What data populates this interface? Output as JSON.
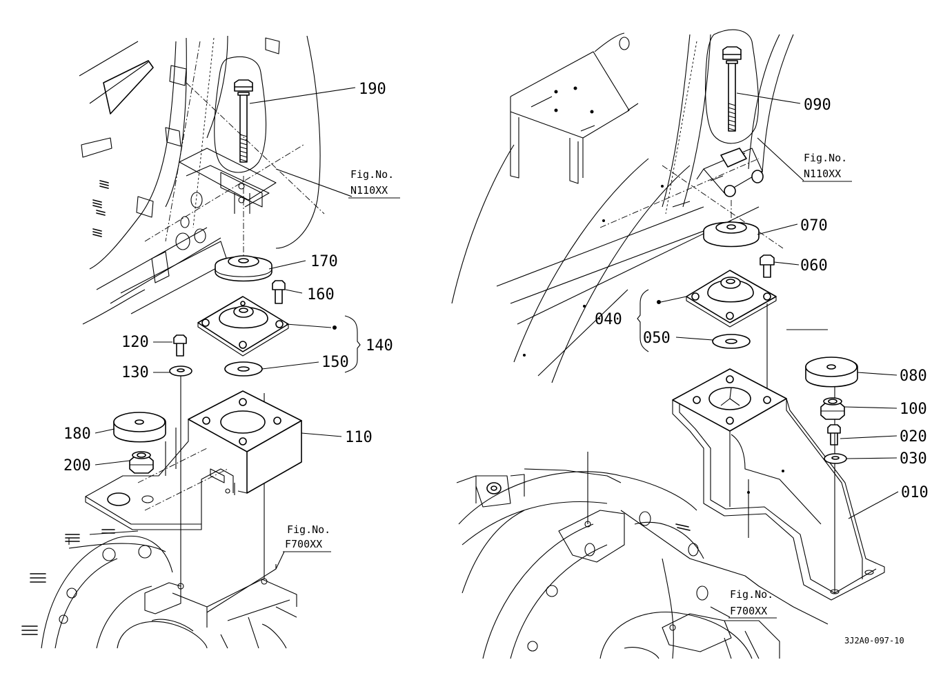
{
  "diagram_code": "3J2A0-097-10",
  "figure_refs": [
    {
      "id": "fig-left-upper",
      "line1": "Fig.No.",
      "line2": "N110XX"
    },
    {
      "id": "fig-left-lower",
      "line1": "Fig.No.",
      "line2": "F700XX"
    },
    {
      "id": "fig-right-upper",
      "line1": "Fig.No.",
      "line2": "N110XX"
    },
    {
      "id": "fig-right-lower",
      "line1": "Fig.No.",
      "line2": "F700XX"
    }
  ],
  "parts_left": [
    "190",
    "170",
    "160",
    "140",
    "120",
    "130",
    "150",
    "110",
    "180",
    "200"
  ],
  "parts_right": [
    "090",
    "070",
    "060",
    "040",
    "050",
    "080",
    "100",
    "020",
    "030",
    "010"
  ]
}
